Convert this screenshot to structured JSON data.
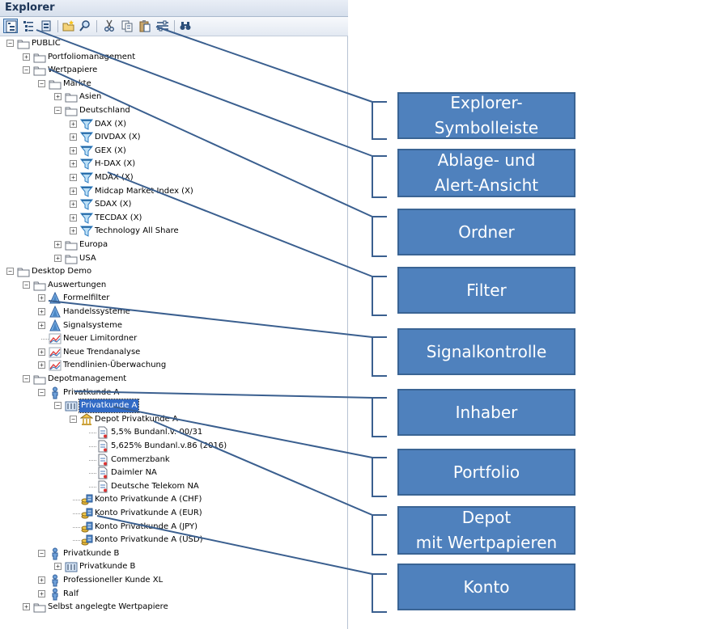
{
  "window": {
    "title": "Explorer"
  },
  "toolbar": {
    "buttons": [
      {
        "name": "tree-view-icon",
        "active": true
      },
      {
        "name": "list-view-icon"
      },
      {
        "name": "storage-view-icon"
      },
      {
        "name": "new-folder-icon"
      },
      {
        "name": "search-icon"
      },
      {
        "name": "cut-icon"
      },
      {
        "name": "copy-icon"
      },
      {
        "name": "paste-icon"
      },
      {
        "name": "properties-icon"
      },
      {
        "name": "find-icon"
      }
    ]
  },
  "tree": {
    "items": [
      {
        "label": "PUBLIC",
        "icon": "folder",
        "expander": "minus"
      },
      {
        "label": "Portfoliomanagement",
        "icon": "folder",
        "expander": "plus"
      },
      {
        "label": "Wertpapiere",
        "icon": "folder",
        "expander": "minus"
      },
      {
        "label": "Märkte",
        "icon": "folder",
        "expander": "minus"
      },
      {
        "label": "Asien",
        "icon": "folder",
        "expander": "plus"
      },
      {
        "label": "Deutschland",
        "icon": "folder",
        "expander": "minus"
      },
      {
        "label": "DAX (X)",
        "icon": "filter",
        "expander": "plus"
      },
      {
        "label": "DIVDAX (X)",
        "icon": "filter",
        "expander": "plus"
      },
      {
        "label": "GEX (X)",
        "icon": "filter",
        "expander": "plus"
      },
      {
        "label": "H-DAX (X)",
        "icon": "filter",
        "expander": "plus"
      },
      {
        "label": "MDAX (X)",
        "icon": "filter",
        "expander": "plus"
      },
      {
        "label": "Midcap Market Index (X)",
        "icon": "filter",
        "expander": "plus"
      },
      {
        "label": "SDAX (X)",
        "icon": "filter",
        "expander": "plus"
      },
      {
        "label": "TECDAX (X)",
        "icon": "filter",
        "expander": "plus"
      },
      {
        "label": "Technology All Share",
        "icon": "filter",
        "expander": "plus"
      },
      {
        "label": "Europa",
        "icon": "folder",
        "expander": "plus"
      },
      {
        "label": "USA",
        "icon": "folder",
        "expander": "plus"
      },
      {
        "label": "Desktop Demo",
        "icon": "folder",
        "expander": "minus"
      },
      {
        "label": "Auswertungen",
        "icon": "folder",
        "expander": "minus"
      },
      {
        "label": "Formelfilter",
        "icon": "signal",
        "expander": "plus"
      },
      {
        "label": "Handelssysteme",
        "icon": "signal",
        "expander": "plus"
      },
      {
        "label": "Signalsysteme",
        "icon": "signal",
        "expander": "plus"
      },
      {
        "label": "Neuer Limitordner",
        "icon": "chart",
        "expander": "none"
      },
      {
        "label": "Neue Trendanalyse",
        "icon": "chart",
        "expander": "plus"
      },
      {
        "label": "Trendlinien-Überwachung",
        "icon": "chart",
        "expander": "plus"
      },
      {
        "label": "Depotmanagement",
        "icon": "folder",
        "expander": "minus"
      },
      {
        "label": "Privatkunde A",
        "icon": "person",
        "expander": "minus"
      },
      {
        "label": "Privatkunde A",
        "icon": "portfolio",
        "expander": "minus",
        "selected": true
      },
      {
        "label": "Depot Privatkunde A",
        "icon": "bank",
        "expander": "minus"
      },
      {
        "label": "5,5% Bundanl.v. 00/31",
        "icon": "doc",
        "expander": "none"
      },
      {
        "label": "5,625% Bundanl.v.86 (2016)",
        "icon": "doc",
        "expander": "none"
      },
      {
        "label": "Commerzbank",
        "icon": "doc",
        "expander": "none"
      },
      {
        "label": "Daimler NA",
        "icon": "doc",
        "expander": "none"
      },
      {
        "label": "Deutsche Telekom NA",
        "icon": "doc",
        "expander": "none"
      },
      {
        "label": "Konto Privatkunde A (CHF)",
        "icon": "coins",
        "expander": "none"
      },
      {
        "label": "Konto Privatkunde A (EUR)",
        "icon": "coins",
        "expander": "none"
      },
      {
        "label": "Konto Privatkunde A (JPY)",
        "icon": "coins",
        "expander": "none"
      },
      {
        "label": "Konto Privatkunde A (USD)",
        "icon": "coins",
        "expander": "none"
      },
      {
        "label": "Privatkunde B",
        "icon": "person",
        "expander": "minus"
      },
      {
        "label": "Privatkunde B",
        "icon": "portfolio",
        "expander": "plus"
      },
      {
        "label": "Professioneller Kunde XL",
        "icon": "person",
        "expander": "plus"
      },
      {
        "label": "Ralf",
        "icon": "person",
        "expander": "plus"
      },
      {
        "label": "Selbst angelegte Wertpapiere",
        "icon": "folder",
        "expander": "plus"
      }
    ]
  },
  "callouts": [
    {
      "line1": "Explorer-",
      "line2": "Symbolleiste"
    },
    {
      "line1": "Ablage- und",
      "line2": "Alert-Ansicht"
    },
    {
      "line1": "Ordner",
      "line2": ""
    },
    {
      "line1": "Filter",
      "line2": ""
    },
    {
      "line1": "Signalkontrolle",
      "line2": ""
    },
    {
      "line1": "Inhaber",
      "line2": ""
    },
    {
      "line1": "Portfolio",
      "line2": ""
    },
    {
      "line1": "Depot",
      "line2": "mit Wertpapieren"
    },
    {
      "line1": "Konto",
      "line2": ""
    }
  ],
  "colors": {
    "callout_fill": "#4f81bd",
    "callout_border": "#3a6494",
    "connector": "#3a5f8f",
    "selection": "#316ac5"
  }
}
